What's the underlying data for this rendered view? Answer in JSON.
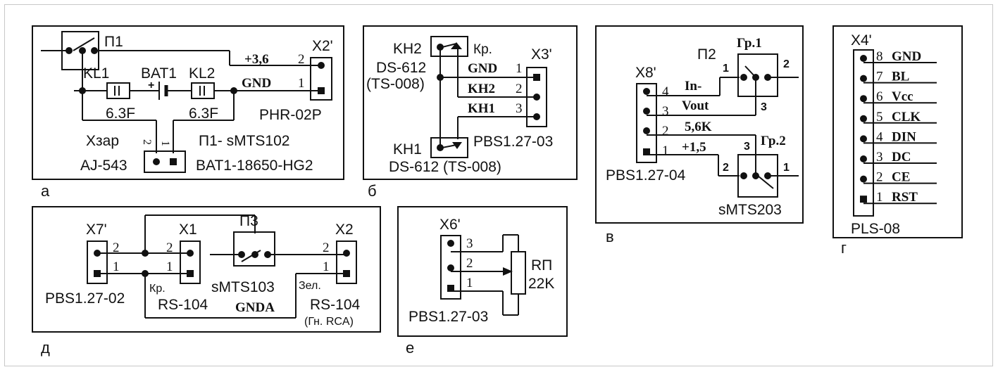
{
  "panels": {
    "a": {
      "letter": "а",
      "switch": "П1",
      "kl1": "KL1",
      "bat1": "BAT1",
      "kl2": "KL2",
      "cap1": "6.3F",
      "cap2": "6.3F",
      "plus": "+",
      "conn": "X2'",
      "net_p": "+3,6",
      "net_g": "GND",
      "pin2": "2",
      "pin1": "1",
      "conn_part": "PHR-02P",
      "charge": "Xзар",
      "charge_part": "AJ-543",
      "cpin2": "2",
      "cpin1": "1",
      "note1": "П1- sMTS102",
      "note2": "BAT1-18650-HG2"
    },
    "b": {
      "letter": "б",
      "kn2": "KH2",
      "kn2_color": "Кр.",
      "kn2_part": "DS-612",
      "kn2_alt": "(TS-008)",
      "conn": "X3'",
      "net1": "GND",
      "net2": "KH2",
      "net3": "KH1",
      "pin1": "1",
      "pin2": "2",
      "pin3": "3",
      "kn1": "KH1",
      "kn1_part": "DS-612 (TS-008)",
      "conn_part": "PBS1.27-03"
    },
    "c": {
      "letter": "в",
      "conn": "X8'",
      "pin4": "4",
      "pin3": "3",
      "pin2": "2",
      "pin1": "1",
      "net4": "In-",
      "net3": "Vout",
      "net2": "5,6K",
      "net1": "+1,5",
      "switch": "П2",
      "gr1": "Гр.1",
      "gr2": "Гр.2",
      "g1_1": "1",
      "g1_2": "2",
      "g1_3": "3",
      "g2_3": "3",
      "g2_2": "2",
      "g2_1": "1",
      "conn_part": "PBS1.27-04",
      "sw_part": "sMTS203"
    },
    "d": {
      "letter": "г",
      "conn": "X4'",
      "pins": [
        "8",
        "7",
        "6",
        "5",
        "4",
        "3",
        "2",
        "1"
      ],
      "nets": [
        "GND",
        "BL",
        "Vcc",
        "CLK",
        "DIN",
        "DC",
        "CE",
        "RST"
      ],
      "conn_part": "PLS-08"
    },
    "e": {
      "letter": "д",
      "x7": "X7'",
      "x1": "X1",
      "sw": "П3",
      "x2": "X2",
      "p2a": "2",
      "p1a": "1",
      "p2b": "2",
      "p1b": "1",
      "p2c": "2",
      "p1c": "1",
      "x7_part": "PBS1.27-02",
      "x1_color": "Кр.",
      "x1_part": "RS-104",
      "sw_part": "sMTS103",
      "gnda": "GNDA",
      "x2_color": "Зел.",
      "x2_part": "RS-104",
      "x2_note": "(Гн. RCA)"
    },
    "f": {
      "letter": "е",
      "conn": "X6'",
      "pin3": "3",
      "pin2": "2",
      "pin1": "1",
      "pot": "RП",
      "pot_val": "22K",
      "conn_part": "PBS1.27-03"
    }
  }
}
